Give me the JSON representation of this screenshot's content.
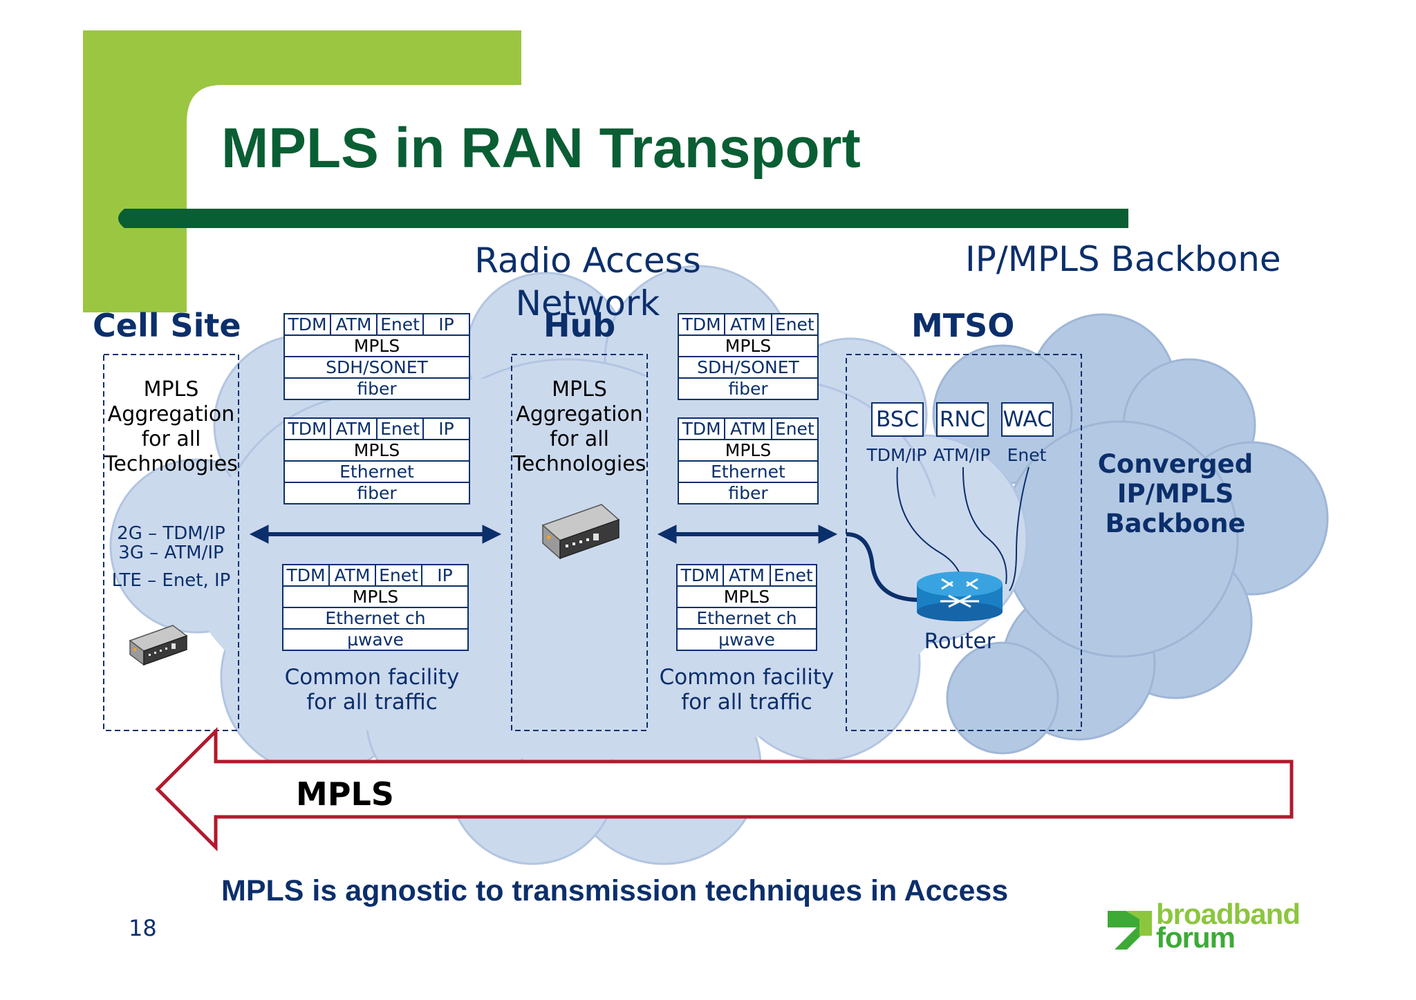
{
  "title": "MPLS in RAN Transport",
  "headers": {
    "ran": "Radio Access\nNetwork",
    "backbone": "IP/MPLS Backbone",
    "cell_site": "Cell Site",
    "hub": "Hub",
    "mtso": "MTSO"
  },
  "cell_site_box": {
    "desc": [
      "MPLS",
      "Aggregation",
      "for all",
      "Technologies"
    ],
    "tech": [
      "2G – TDM/IP",
      "3G – ATM/IP",
      "LTE – Enet, IP"
    ]
  },
  "hub_box": {
    "desc": [
      "MPLS",
      "Aggregation",
      "for all",
      "Technologies"
    ]
  },
  "left_stacks": [
    {
      "top_row": [
        "TDM",
        "ATM",
        "Enet",
        "IP"
      ],
      "rows": [
        "MPLS",
        "SDH/SONET",
        "fiber"
      ]
    },
    {
      "top_row": [
        "TDM",
        "ATM",
        "Enet",
        "IP"
      ],
      "rows": [
        "MPLS",
        "Ethernet",
        "fiber"
      ]
    },
    {
      "top_row": [
        "TDM",
        "ATM",
        "Enet",
        "IP"
      ],
      "rows": [
        "MPLS",
        "Ethernet ch",
        "µwave"
      ]
    }
  ],
  "right_stacks": [
    {
      "top_row": [
        "TDM",
        "ATM",
        "Enet"
      ],
      "rows": [
        "MPLS",
        "SDH/SONET",
        "fiber"
      ]
    },
    {
      "top_row": [
        "TDM",
        "ATM",
        "Enet"
      ],
      "rows": [
        "MPLS",
        "Ethernet",
        "fiber"
      ]
    },
    {
      "top_row": [
        "TDM",
        "ATM",
        "Enet"
      ],
      "rows": [
        "MPLS",
        "Ethernet ch",
        "µwave"
      ]
    }
  ],
  "common_facility": [
    "Common facility",
    "for all traffic"
  ],
  "mtso_nodes": [
    {
      "name": "BSC",
      "proto": "TDM/IP"
    },
    {
      "name": "RNC",
      "proto": "ATM/IP"
    },
    {
      "name": "WAC",
      "proto": "Enet"
    }
  ],
  "router_label": "Router",
  "backbone_cloud": [
    "Converged",
    "IP/MPLS",
    "Backbone"
  ],
  "mpls_arrow": "MPLS",
  "footer": "MPLS is agnostic to transmission techniques in Access",
  "page_number": "18",
  "logo": {
    "line1": "broadband",
    "line2": "forum"
  },
  "colors": {
    "title_green": "#0a5e34",
    "accent_lime": "#9bc641",
    "navy": "#0b2f6b",
    "arrow_red": "#b3182d",
    "cloud": "#c9d7ec"
  }
}
